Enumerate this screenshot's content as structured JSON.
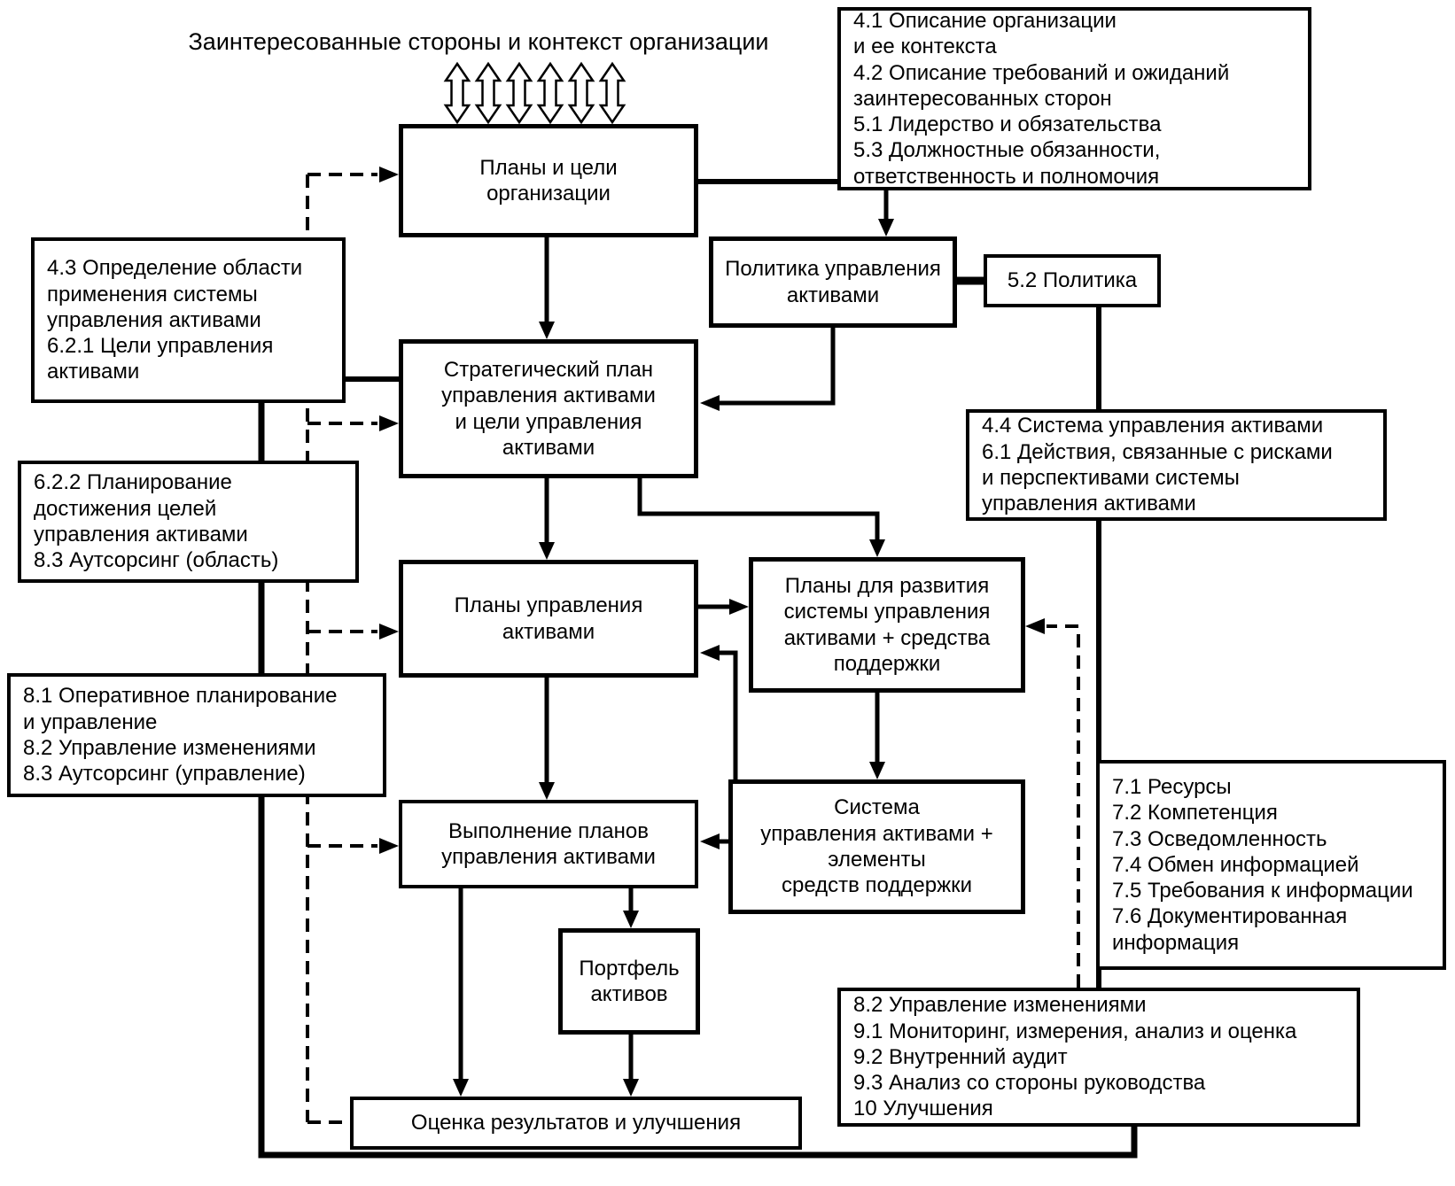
{
  "diagram": {
    "title": "Заинтересованные стороны и контекст организации",
    "boxes": {
      "organization_plans": "Планы и цели\nорганизации",
      "clauses_context": "4.1 Описание организации\nи ее контекста\n4.2 Описание требований и ожиданий\nзаинтересованных сторон\n5.1 Лидерство и обязательства\n5.3 Должностные обязанности,\nответственность и полномочия",
      "asset_policy": "Политика управления\nактивами",
      "clause_policy": "5.2 Политика",
      "clauses_scope": "4.3 Определение области\nприменения системы\nуправления активами\n6.2.1 Цели управления\nактивами",
      "strategic_plan": "Стратегический план\nуправления активами\nи цели управления\nактивами",
      "clauses_ams_risks": "4.4 Система управления активами\n6.1 Действия, связанные с рисками\nи перспективами системы\nуправления активами",
      "clauses_planning": "6.2.2 Планирование\nдостижения целей\nуправления активами\n8.3 Аутсорсинг (область)",
      "am_plans": "Планы управления\nактивами",
      "ams_dev_plans": "Планы для развития\nсистемы управления\nактивами + средства\nподдержки",
      "clauses_operational": "8.1 Оперативное планирование\nи управление\n8.2 Управление изменениями\n8.3 Аутсорсинг (управление)",
      "plans_implementation": "Выполнение планов\nуправления активами",
      "ams_support": "Система\nуправления активами +\nэлементы\nсредств поддержки",
      "clauses_support": "7.1 Ресурсы\n7.2 Компетенция\n7.3 Осведомленность\n7.4 Обмен информацией\n7.5 Требования к информации\n7.6 Документированная\nинформация",
      "asset_portfolio": "Портфель\nактивов",
      "clauses_monitoring": "8.2 Управление изменениями\n9.1 Мониторинг, измерения, анализ и оценка\n9.2 Внутренний аудит\n9.3 Анализ со стороны руководства\n10 Улучшения",
      "evaluation": "Оценка результатов и улучшения"
    },
    "line_color": "#000000",
    "background_color": "#ffffff"
  }
}
